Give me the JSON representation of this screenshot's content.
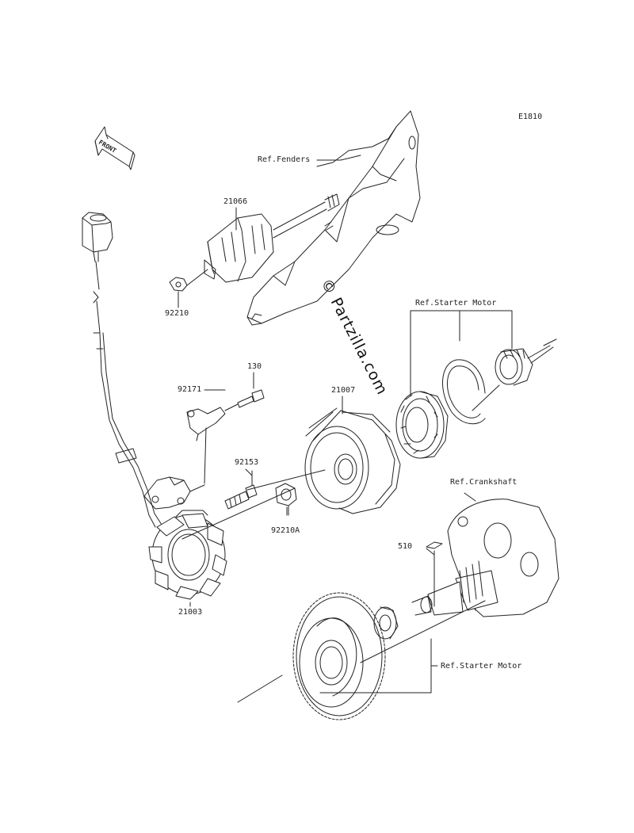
{
  "figure_code": "E1810",
  "front_marker": "FRONT",
  "watermark": "© Partzilla.com",
  "labels": {
    "ref_fenders": "Ref.Fenders",
    "part_21066": "21066",
    "part_92210": "92210",
    "ref_starter_motor_top": "Ref.Starter Motor",
    "part_130": "130",
    "part_92171": "92171",
    "part_21007": "21007",
    "part_92153": "92153",
    "part_92210a": "92210A",
    "ref_crankshaft": "Ref.Crankshaft",
    "part_510": "510",
    "part_21003": "21003",
    "ref_starter_motor_bottom": "Ref.Starter Motor"
  },
  "colors": {
    "line": "#222222",
    "background": "#ffffff"
  }
}
